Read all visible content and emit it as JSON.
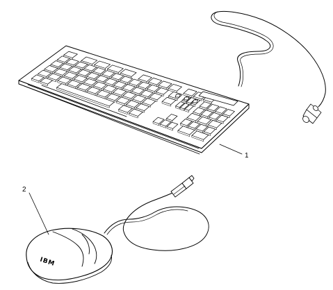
{
  "callouts": {
    "keyboard": "1",
    "mouse": "2"
  },
  "mouse_logo": "IBM",
  "colors": {
    "ink": "#000000",
    "paper": "#ffffff"
  }
}
